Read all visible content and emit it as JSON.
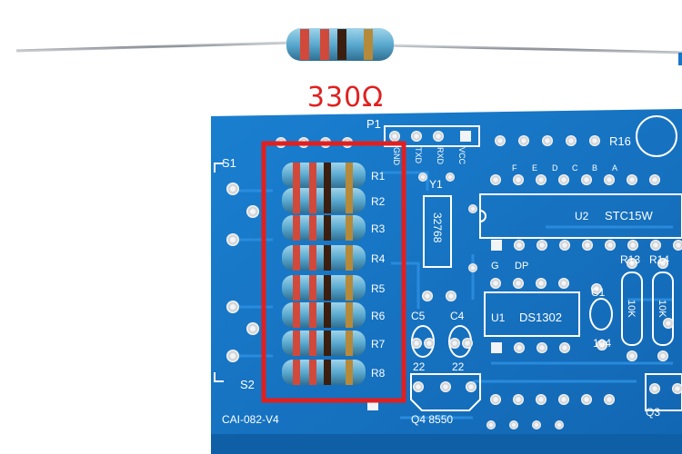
{
  "caption": "330Ω",
  "board": {
    "name": "CAI-082-V4",
    "header_label": "P1",
    "header_pins": [
      "GND",
      "TXD",
      "RXD",
      "VCC"
    ],
    "resistors": [
      "R1",
      "R2",
      "R3",
      "R4",
      "R5",
      "R6",
      "R7",
      "R8"
    ],
    "switches": [
      "S1",
      "S2"
    ],
    "crystal_label": "Y1",
    "crystal_value": "32768",
    "mcu_label": "U2",
    "mcu_name": "STC15W",
    "rtc_label": "U1",
    "rtc_name": "DS1302",
    "segment_labels": [
      "F",
      "E",
      "D",
      "C",
      "B",
      "A"
    ],
    "g_label": "G",
    "dp_label": "DP",
    "caps": [
      "C5",
      "C4",
      "C1"
    ],
    "cap_values": [
      "22",
      "22",
      "104"
    ],
    "pullups": [
      "R13",
      "R14"
    ],
    "pullup_values": [
      "10K",
      "10K"
    ],
    "transistor_label": "Q4 8550",
    "transistor_label_2": "Q3",
    "r16_label": "R16"
  },
  "highlight_color": "#e02020",
  "pcb_color": "#1677c9"
}
